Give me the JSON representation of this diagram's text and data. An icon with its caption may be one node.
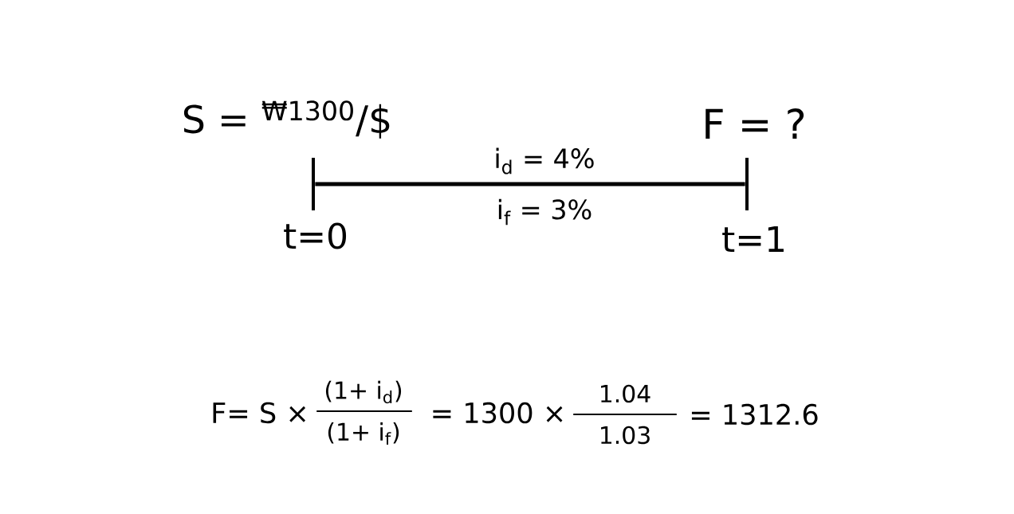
{
  "diagram": {
    "nodes": [
      {
        "text": [],
        "shape": "bar",
        "beside": [
          "S = $^{₩1300}$/$",
          "t=0"
        ]
      },
      {
        "text": [],
        "shape": "bar",
        "beside": [
          "F = ?",
          "t=1"
        ]
      }
    ],
    "edges": [
      {
        "from": 0,
        "to": 1,
        "arrow": "none"
      }
    ],
    "labels": [
      "i$_{d}$ = 4%",
      "i$_{f}$ = 3%",
      "F= S ×",
      "(1+ i$_{d}$)",
      "(1+ i$_{f}$)",
      "= 1300 ×",
      "1.04",
      "1.03",
      "= 1312.6"
    ]
  }
}
